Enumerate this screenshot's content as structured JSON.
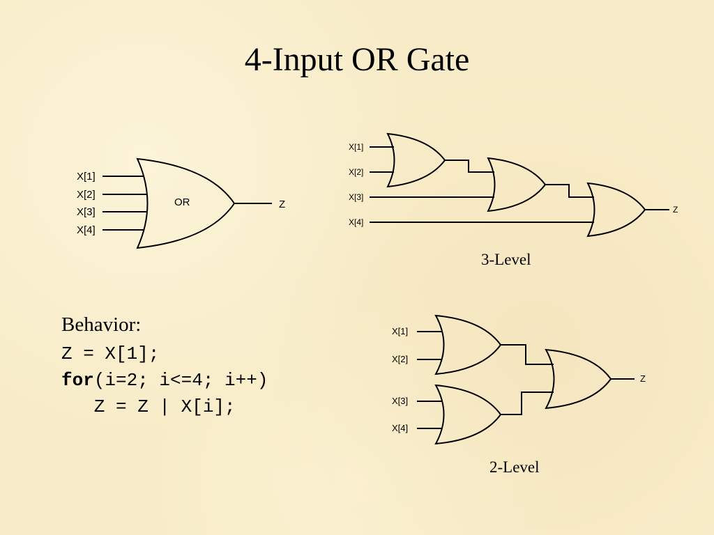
{
  "slide": {
    "title": "4-Input OR Gate"
  },
  "single_gate": {
    "inputs": [
      "X[1]",
      "X[2]",
      "X[3]",
      "X[4]"
    ],
    "gate_label": "OR",
    "output": "Z"
  },
  "three_level": {
    "inputs": [
      "X[1]",
      "X[2]",
      "X[3]",
      "X[4]"
    ],
    "output": "Z",
    "caption": "3-Level"
  },
  "two_level": {
    "inputs": [
      "X[1]",
      "X[2]",
      "X[3]",
      "X[4]"
    ],
    "output": "Z",
    "caption": "2-Level"
  },
  "behavior": {
    "heading": "Behavior:",
    "line1": "Z = X[1];",
    "for_keyword": "for",
    "line2_rest": "(i=2; i<=4; i++)",
    "line3": "   Z = Z | X[i];"
  }
}
